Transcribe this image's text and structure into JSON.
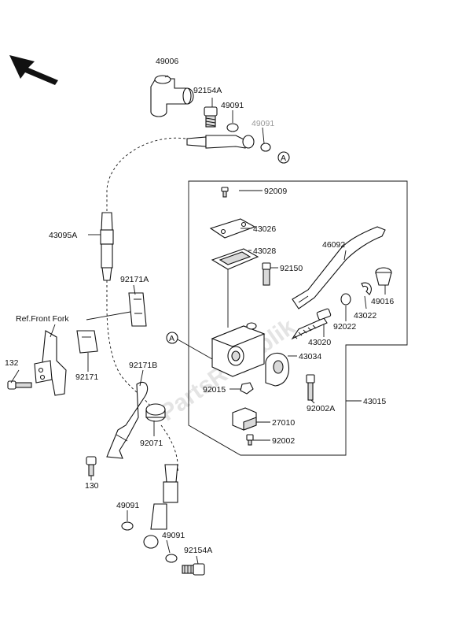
{
  "watermark": "PartsRepublik",
  "reference": {
    "label": "Ref.Front Fork"
  },
  "callouts": {
    "A1": "A",
    "A2": "A"
  },
  "parts": {
    "p49006": "49006",
    "p92154A_top": "92154A",
    "p49091_top": "49091",
    "p49091_grey": "49091",
    "p43095A": "43095A",
    "p92171A": "92171A",
    "p92171": "92171",
    "p92171B": "92171B",
    "p132": "132",
    "p130": "130",
    "p92071": "92071",
    "p49091_b1": "49091",
    "p49091_b2": "49091",
    "p92154A_bot": "92154A",
    "p92009": "92009",
    "p43026": "43026",
    "p43028": "43028",
    "p92150": "92150",
    "p46092": "46092",
    "p49016": "49016",
    "p43022": "43022",
    "p92022": "92022",
    "p43020": "43020",
    "p43034": "43034",
    "p92015": "92015",
    "p92002A": "92002A",
    "p43015": "43015",
    "p27010": "27010",
    "p92002": "92002"
  }
}
